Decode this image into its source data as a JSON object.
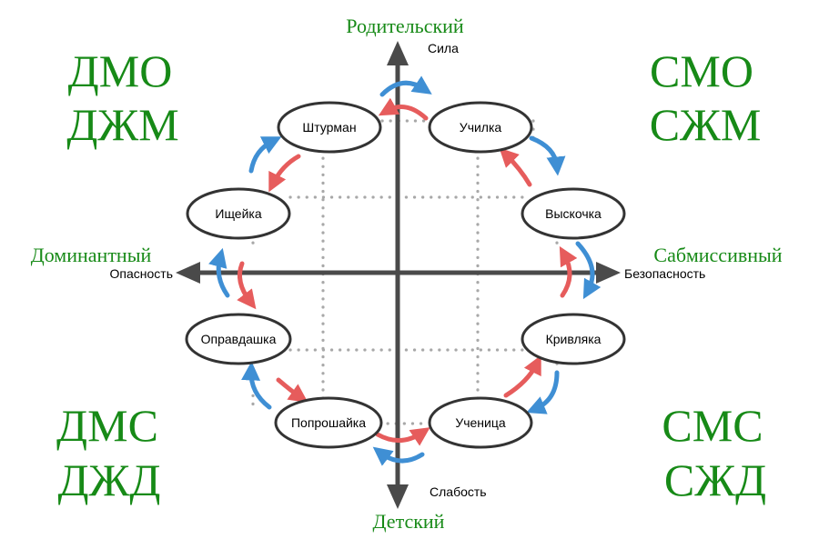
{
  "colors": {
    "green": "#178a17",
    "axis": "#4a4a4a",
    "dots": "#a8a8a8",
    "red_arrow": "#e65c5c",
    "blue_arrow": "#3f8fd4",
    "node_stroke": "#333333"
  },
  "poles": {
    "top": "Родительский",
    "bottom": "Детский",
    "left": "Доминантный",
    "right": "Сабмиссивный"
  },
  "axes": {
    "up": "Сила",
    "down": "Слабость",
    "left": "Опасность",
    "right": "Безопасность"
  },
  "corners": {
    "top_left": [
      "ДМО",
      "ДЖМ"
    ],
    "top_right": [
      "СМО",
      "СЖМ"
    ],
    "bottom_left": [
      "ДМС",
      "ДЖД"
    ],
    "bottom_right": [
      "СМС",
      "СЖД"
    ]
  },
  "nodes": [
    {
      "id": "shturman",
      "label": "Штурман"
    },
    {
      "id": "uchilka",
      "label": "Училка"
    },
    {
      "id": "vyskochka",
      "label": "Выскочка"
    },
    {
      "id": "krivlyaka",
      "label": "Кривляка"
    },
    {
      "id": "uchenitsa",
      "label": "Ученица"
    },
    {
      "id": "poproshayka",
      "label": "Попрошайка"
    },
    {
      "id": "opravdashka",
      "label": "Оправдашка"
    },
    {
      "id": "ishcheyka",
      "label": "Ищейка"
    }
  ]
}
